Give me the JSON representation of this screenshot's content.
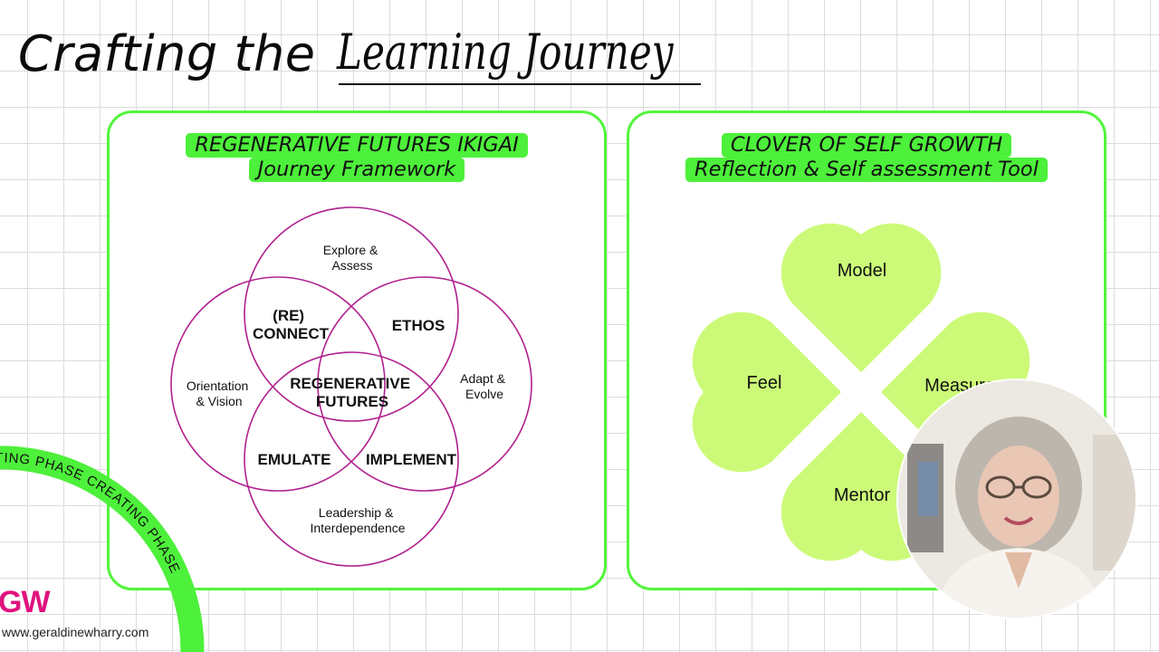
{
  "title": {
    "prefix": "Crafting the",
    "script": "Learning Journey"
  },
  "left_panel": {
    "heading_line1": "REGENERATIVE FUTURES IKIGAI",
    "heading_line2": "Journey Framework",
    "venn": {
      "top_outer": [
        "Explore &",
        "Assess"
      ],
      "left_outer": [
        "Orientation",
        "& Vision"
      ],
      "right_outer": [
        "Adapt &",
        "Evolve"
      ],
      "bottom_outer": [
        "Leadership &",
        "Interdependence"
      ],
      "top_left": [
        "(RE)",
        "CONNECT"
      ],
      "top_right": "ETHOS",
      "bottom_left": "EMULATE",
      "bottom_right": "IMPLEMENT",
      "center": [
        "REGENERATIVE",
        "FUTURES"
      ]
    }
  },
  "right_panel": {
    "heading_line1": "CLOVER OF SELF GROWTH",
    "heading_line2": "Reflection & Self assessment Tool",
    "clover": {
      "top": "Model",
      "left": "Feel",
      "right": "Measure",
      "bottom": "Mentor"
    }
  },
  "badge": {
    "arc_text": "CREATING PHASE   CREATING PHASE",
    "logo": "GW",
    "url": "www.geraldinewharry.com"
  },
  "colors": {
    "accent_green": "#4df03a",
    "panel_border": "#52f53b",
    "venn_stroke": "#b0208f",
    "clover_fill": "#ccfa78",
    "logo_pink": "#e0137e"
  }
}
